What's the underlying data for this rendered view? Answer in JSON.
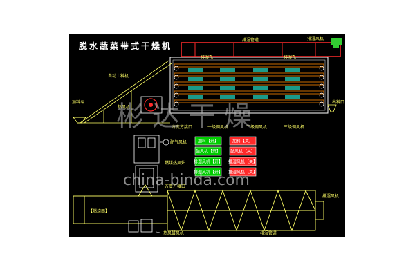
{
  "title": "脱水蔬菜带式干燥机",
  "labels": {
    "top_pipe": "排湿管道",
    "top_fan": "排湿风机",
    "vent_a": "排湿孔",
    "vent_b": "排湿孔",
    "conveyor": "自动上料机",
    "hopper": "加料斗",
    "hot_fan": "热风机",
    "outlet": "出料口",
    "dist": "方变方接口",
    "zone1": "一级调风机",
    "zone2": "二级调风机",
    "zone3": "三级调风机",
    "aux_fan": "配气风机",
    "furnace": "燃煤热风炉",
    "dist2": "方变方接口",
    "left_box": "【燃烧器】",
    "right_fan": "排湿风机",
    "bottom_fan": "热风鼓风机",
    "bottom_pipe": "排湿管道"
  },
  "control_buttons": [
    {
      "label": "加料【开】",
      "color": "#00cc00"
    },
    {
      "label": "加料【关】",
      "color": "#ff2a2a"
    },
    {
      "label": "鼓风机【开】",
      "color": "#00cc00"
    },
    {
      "label": "鼓风机【关】",
      "color": "#ff2a2a"
    },
    {
      "label": "排湿风机【开】",
      "color": "#00cc00"
    },
    {
      "label": "排湿风机【关】",
      "color": "#ff2a2a"
    },
    {
      "label": "排湿风机【开】",
      "color": "#00cc00"
    },
    {
      "label": "排湿风机【关】",
      "color": "#ff2a2a"
    }
  ],
  "watermark_cn": "彬达干燥",
  "watermark_url": "china-binda.com",
  "colors": {
    "bg": "#000000",
    "line": "#ffff66",
    "frame": "#ffffff",
    "pipe": "#ff2a2a",
    "belt": "#1a9a8a",
    "fan": "#33cc33"
  }
}
